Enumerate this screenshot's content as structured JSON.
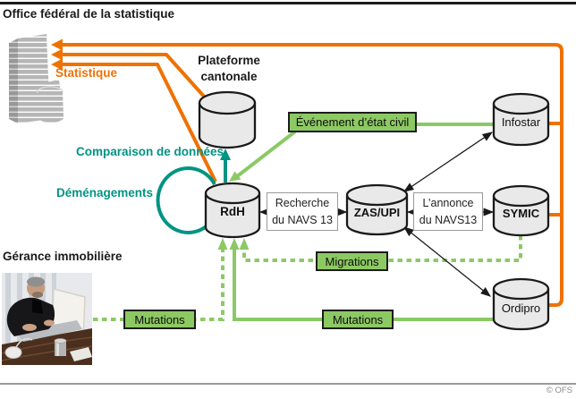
{
  "header": {
    "title": "Office fédéral de la statistique"
  },
  "footer": {
    "copyright": "© OFS"
  },
  "annotations": {
    "statistique": "Statistique",
    "comparaison_donnees": "Comparaison de données",
    "demenagements": "Déménagements",
    "gerance_immobiliere": "Gérance immobilière"
  },
  "nodes": {
    "plateforme": {
      "line1": "Plateforme",
      "line2": "cantonale"
    },
    "rdh": {
      "label": "RdH"
    },
    "zas_upi": {
      "label": "ZAS/UPI"
    },
    "infostar": {
      "label": "Infostar"
    },
    "symic": {
      "label": "SYMIC"
    },
    "ordipro": {
      "label": "Ordipro"
    }
  },
  "flow_labels": {
    "evenement_etat_civil": "Événement d’état civil",
    "recherche_navs": {
      "line1": "Recherche",
      "line2": "du NAVS 13"
    },
    "annonce_navs": {
      "line1": "L’annonce",
      "line2": "du NAVS13"
    },
    "migrations": "Migrations",
    "mutations_ordipro": "Mutations",
    "mutations_gerance": "Mutations"
  },
  "colors": {
    "orange": "#ee7203",
    "teal": "#009483",
    "green_line": "#8cc966",
    "green_box_fill": "#8dc963",
    "cylinder_fill": "#e9e9e9"
  }
}
